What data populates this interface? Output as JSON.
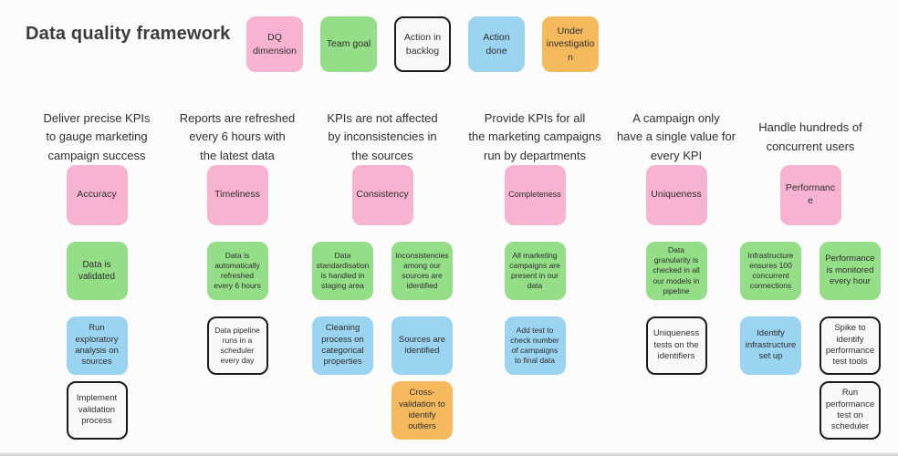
{
  "title": "Data quality framework",
  "colors": {
    "dimension": "#F8B3D0",
    "goal": "#94DE88",
    "done": "#9AD4F0",
    "investigation": "#F6BA5E",
    "backlog_bg": "#F8F8F8",
    "backlog_border": "#1A1A1A"
  },
  "legend": [
    {
      "label": "DQ dimension",
      "type": "dimension"
    },
    {
      "label": "Team goal",
      "type": "goal"
    },
    {
      "label": "Action in backlog",
      "type": "backlog"
    },
    {
      "label": "Action done",
      "type": "done"
    },
    {
      "label": "Under investigation",
      "type": "investigation"
    }
  ],
  "columns": [
    {
      "goal_lines": [
        "Deliver precise KPIs",
        "to gauge marketing",
        "campaign success"
      ],
      "dimension": "Accuracy",
      "stacks": [
        {
          "cards": [
            {
              "label": "Data is validated",
              "type": "goal"
            },
            {
              "label": "Run exploratory analysis on sources",
              "type": "done"
            },
            {
              "label": "Implement validation process",
              "type": "backlog"
            }
          ]
        }
      ]
    },
    {
      "goal_lines": [
        "Reports are refreshed",
        "every 6 hours with",
        "the latest data"
      ],
      "dimension": "Timeliness",
      "stacks": [
        {
          "cards": [
            {
              "label": "Data is automatically refreshed every 6 hours",
              "type": "goal"
            },
            {
              "label": "Data pipeline runs in a scheduler every day",
              "type": "backlog"
            }
          ]
        }
      ]
    },
    {
      "goal_lines": [
        "KPIs are not affected",
        "by inconsistencies in",
        "the sources"
      ],
      "dimension": "Consistency",
      "stacks": [
        {
          "cards": [
            {
              "label": "Data standardisation is handled in staging area",
              "type": "goal"
            },
            {
              "label": "Cleaning process on categorical properties",
              "type": "done"
            }
          ]
        },
        {
          "cards": [
            {
              "label": "Inconsistencies among our sources are identified",
              "type": "goal"
            },
            {
              "label": "Sources are identified",
              "type": "done"
            },
            {
              "label": "Cross-validation to identify outliers",
              "type": "investigation"
            }
          ]
        }
      ]
    },
    {
      "goal_lines": [
        "Provide KPIs for all",
        "the marketing campaigns",
        "run by departments"
      ],
      "dimension": "Completeness",
      "stacks": [
        {
          "cards": [
            {
              "label": "All marketing campaigns are present in our data",
              "type": "goal"
            },
            {
              "label": "Add test to check number of campaigns to final data",
              "type": "done"
            }
          ]
        }
      ]
    },
    {
      "goal_lines": [
        "A campaign only",
        "have a single value for",
        "every KPI"
      ],
      "dimension": "Uniqueness",
      "stacks": [
        {
          "cards": [
            {
              "label": "Data granularity is checked in all our models in pipeline",
              "type": "goal"
            },
            {
              "label": "Uniqueness tests on the identifiers",
              "type": "backlog"
            }
          ]
        }
      ]
    },
    {
      "goal_lines": [
        "Handle hundreds of",
        "concurrent users"
      ],
      "dimension": "Performance",
      "stacks": [
        {
          "cards": [
            {
              "label": "Infrastructure ensures 100 concurrent connections",
              "type": "goal"
            },
            {
              "label": "Identify infrastructure set up",
              "type": "done"
            }
          ]
        },
        {
          "cards": [
            {
              "label": "Performance is monitored every hour",
              "type": "goal"
            },
            {
              "label": "Spike to identify performance test tools",
              "type": "backlog"
            },
            {
              "label": "Run performance test on scheduler",
              "type": "backlog"
            }
          ]
        }
      ]
    }
  ]
}
